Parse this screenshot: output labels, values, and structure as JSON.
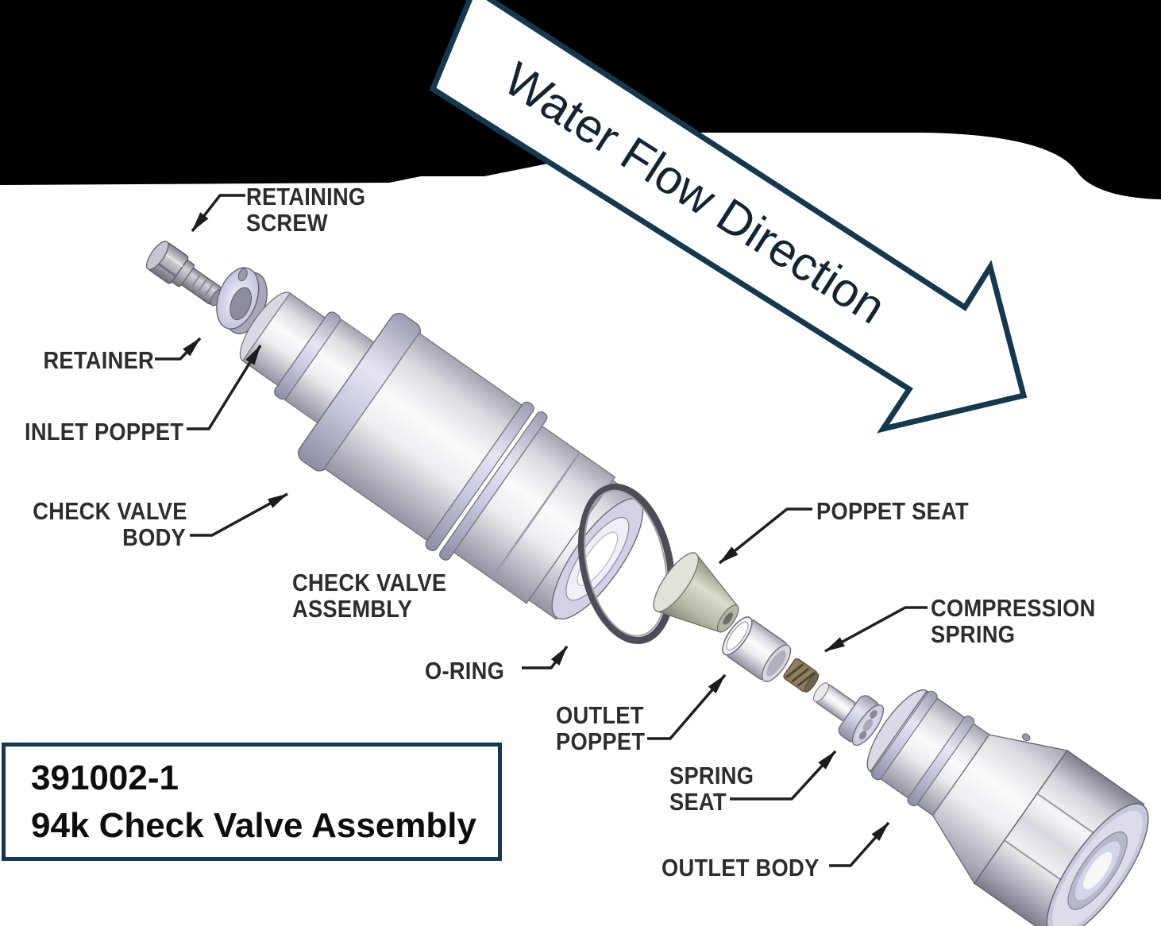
{
  "flow_arrow": {
    "label": "Water Flow Direction"
  },
  "title_box": {
    "part_number": "391002-1",
    "name": "94k Check Valve Assembly"
  },
  "labels": {
    "retaining_screw": {
      "line1": "RETAINING",
      "line2": "SCREW"
    },
    "retainer": {
      "text": "RETAINER"
    },
    "inlet_poppet": {
      "text": "INLET POPPET"
    },
    "check_valve_body": {
      "line1": "CHECK VALVE",
      "line2": "BODY"
    },
    "check_valve_assembly": {
      "line1": "CHECK VALVE",
      "line2": "ASSEMBLY"
    },
    "o_ring": {
      "text": "O-RING"
    },
    "poppet_seat": {
      "text": "POPPET SEAT"
    },
    "compression_spring": {
      "line1": "COMPRESSION",
      "line2": "SPRING"
    },
    "outlet_poppet": {
      "line1": "OUTLET",
      "line2": "POPPET"
    },
    "spring_seat": {
      "line1": "SPRING",
      "line2": "SEAT"
    },
    "outlet_body": {
      "text": "OUTLET BODY"
    }
  },
  "colors": {
    "background": "#000000",
    "canvas": "#ffffff",
    "accent_navy": "#16384c",
    "label_text": "#2d2d2d",
    "leader": "#1f1f1f",
    "spring_brown": "#8f7f60"
  }
}
